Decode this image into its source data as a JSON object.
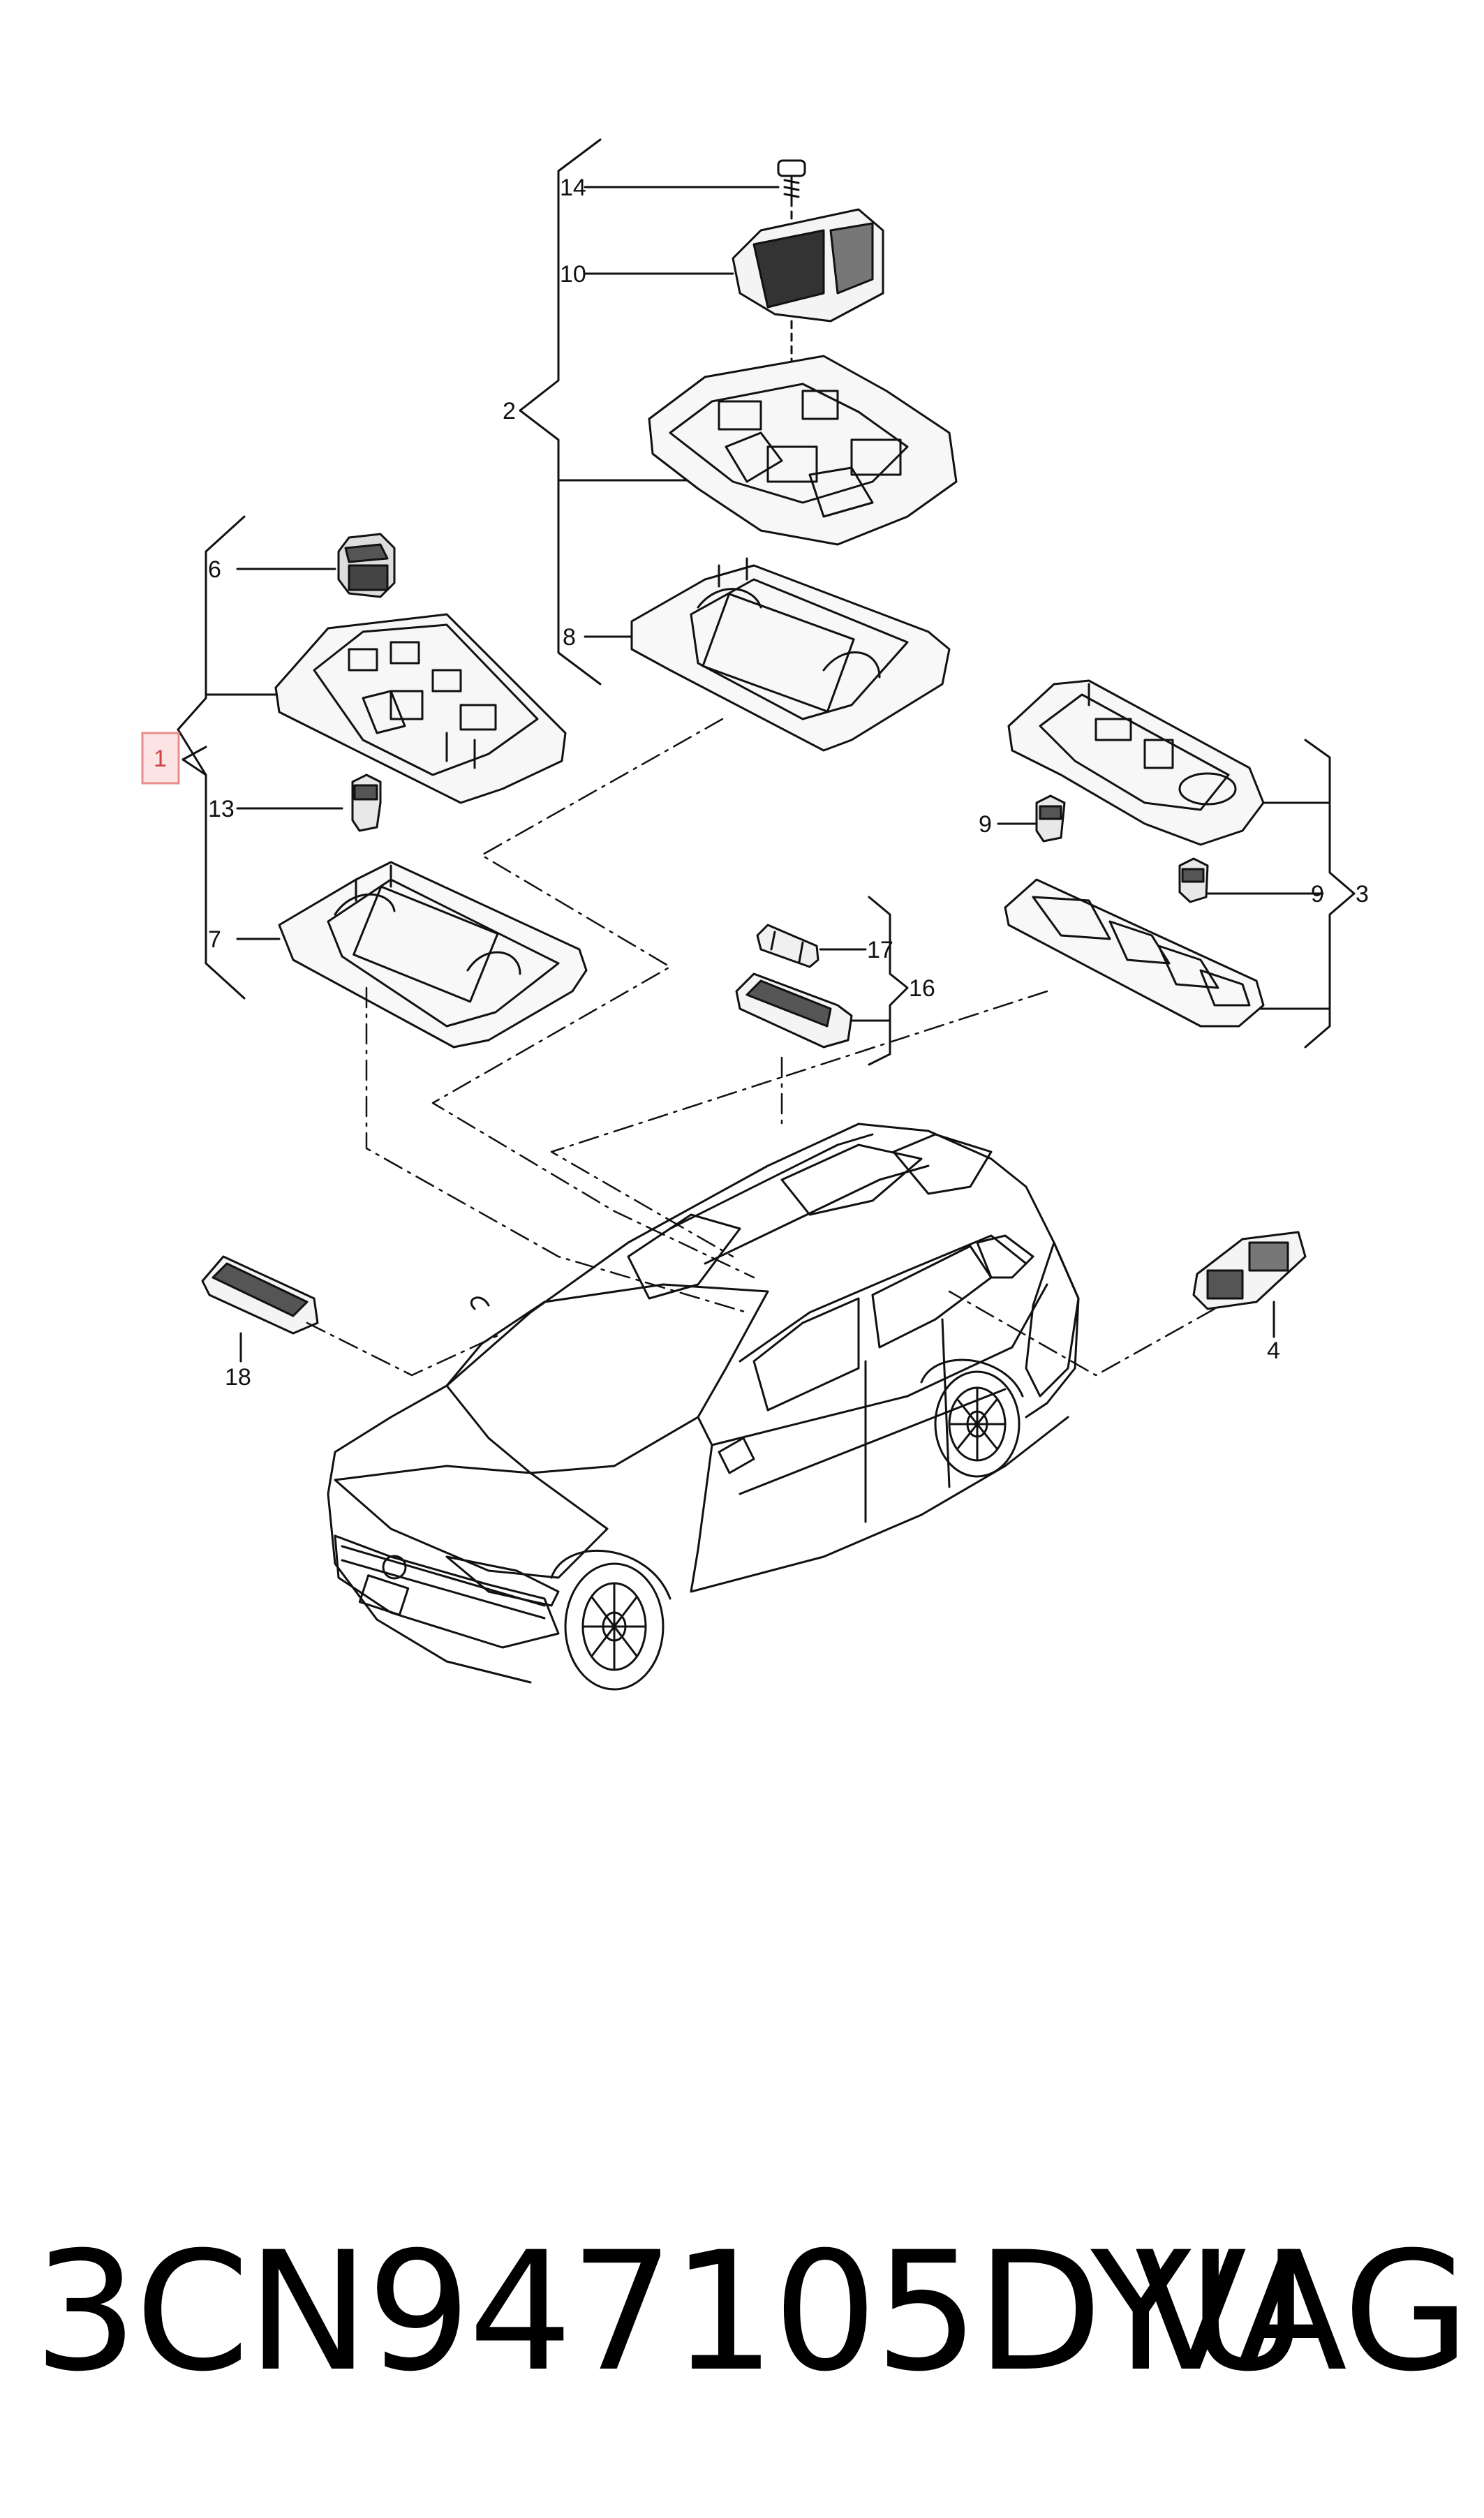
{
  "diagram": {
    "callouts": [
      {
        "id": "c14",
        "label": "14"
      },
      {
        "id": "c10",
        "label": "10"
      },
      {
        "id": "c2",
        "label": "2"
      },
      {
        "id": "c8",
        "label": "8"
      },
      {
        "id": "c6",
        "label": "6"
      },
      {
        "id": "c1",
        "label": "1"
      },
      {
        "id": "c13",
        "label": "13"
      },
      {
        "id": "c7",
        "label": "7"
      },
      {
        "id": "c9a",
        "label": "9"
      },
      {
        "id": "c9b",
        "label": "9"
      },
      {
        "id": "c3",
        "label": "3"
      },
      {
        "id": "c17",
        "label": "17"
      },
      {
        "id": "c16",
        "label": "16"
      },
      {
        "id": "c18",
        "label": "18"
      },
      {
        "id": "c4",
        "label": "4"
      }
    ],
    "highlight_color": "#e88c8c",
    "line_color": "#111111"
  },
  "footer": {
    "part_number": "3CN947105DYU",
    "brand": "VAG"
  }
}
